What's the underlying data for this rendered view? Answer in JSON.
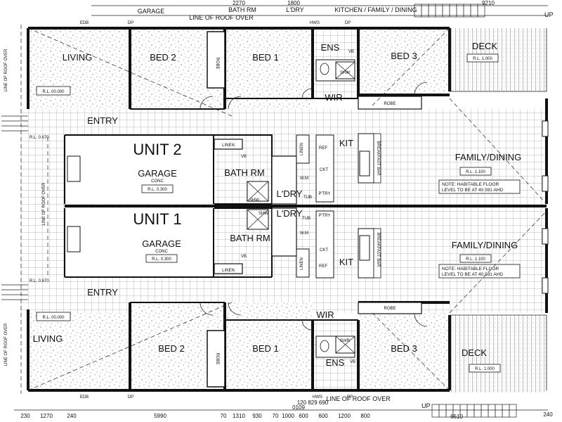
{
  "header_labels": {
    "garage": "GARAGE",
    "bath_rm": "BATH RM",
    "ldry": "L'DRY",
    "kitchen": "KITCHEN / FAMILY / DINING",
    "roof_over_top": "LINE OF ROOF OVER",
    "roof_over_bottom": "LINE OF ROOF OVER",
    "roof_over_side_top": "LINE OF ROOF OVER",
    "roof_over_side_mid": "LINE OF ROOF OVER",
    "roof_over_side_bot": "LINE OF ROOF OVER",
    "dim_2270": "2270",
    "dim_1800": "1800",
    "dim_9210": "9210",
    "up_top": "UP",
    "up_bottom": "UP"
  },
  "unit2": {
    "title": "UNIT 2",
    "living": "LIVING",
    "living_rl": "R.L. 00.000",
    "bed2": "BED 2",
    "bed1": "BED 1",
    "bed3": "BED 3",
    "robe_a": "ROBE",
    "robe_b": "ROBE",
    "ens": "ENS",
    "wir": "WIR",
    "shw": "SHW",
    "vb": "VB",
    "deck": "DECK",
    "deck_rl": "R.L. 1.000",
    "entry": "ENTRY",
    "entry_rl": "R.L. 0.670",
    "garage": "GARAGE",
    "garage_sub": "CONC",
    "garage_rl": "R.L. 0.300",
    "linen_a": "LINEN",
    "linen_b": "LINEN",
    "bath": "BATH RM",
    "bath_vb": "VB",
    "bath_shw": "SHW",
    "ldry": "L'DRY",
    "wm": "W.M",
    "tub": "TUB",
    "ptry": "P'TRY",
    "kit": "KIT",
    "ref": "REF",
    "ckt": "CKT",
    "bench": "BREAKFAST BAR",
    "family": "FAMILY/DINING",
    "family_rl": "R.L. 1.100",
    "note": "NOTE: HABITABLE FLOOR LEVEL TO BE AT 40.591 AHD",
    "note_line1": "NOTE: HABITABLE FLOOR",
    "note_line2": "LEVEL TO BE AT 40.591 AHD",
    "edb": "EDB",
    "dp_a": "DP",
    "dp_b": "DP",
    "hws": "HWS"
  },
  "unit1": {
    "title": "UNIT 1",
    "living": "LIVING",
    "living_rl": "R.L. 00.000",
    "bed2": "BED 2",
    "bed1": "BED 1",
    "bed3": "BED 3",
    "robe_a": "ROBE",
    "robe_b": "ROBE",
    "ens": "ENS",
    "wir": "WIR",
    "shw": "SWR",
    "vb": "VB",
    "deck": "DECK",
    "deck_rl": "R.L. 1.000",
    "entry": "ENTRY",
    "entry_rl": "R.L. 0.670",
    "garage": "GARAGE",
    "garage_sub": "CONC",
    "garage_rl": "R.L. 0.300",
    "linen_a": "LINEN",
    "linen_b": "LINEN",
    "bath": "BATH RM",
    "bath_vb": "VB",
    "bath_shw": "SHW",
    "ldry": "L'DRY",
    "wm": "W.M",
    "tub": "TUB",
    "ptry": "P'TRY",
    "kit": "KIT",
    "ref": "REF",
    "ckt": "CKT",
    "bench": "BREAKFAST BAR",
    "family": "FAMILY/DINING",
    "family_rl": "R.L. 1.100",
    "note_line1": "NOTE: HABITABLE FLOOR",
    "note_line2": "LEVEL TO BE AT 40.591 AHD",
    "edb": "EDB",
    "dp_a": "DP",
    "dp_b": "DP",
    "hws": "HWS"
  },
  "bottom_dims": [
    "230",
    "1270",
    "240",
    "5990",
    "70",
    "1310",
    "930",
    "70",
    "1000",
    "600",
    "600",
    "1200",
    "800"
  ],
  "bottom_dims_row2": [
    "120",
    "829",
    "690"
  ],
  "bottom_dims_row3": [
    "0109"
  ],
  "dim_6610": "6610",
  "dim_240": "240",
  "colors": {
    "line": "#111111",
    "paper": "#ffffff"
  }
}
